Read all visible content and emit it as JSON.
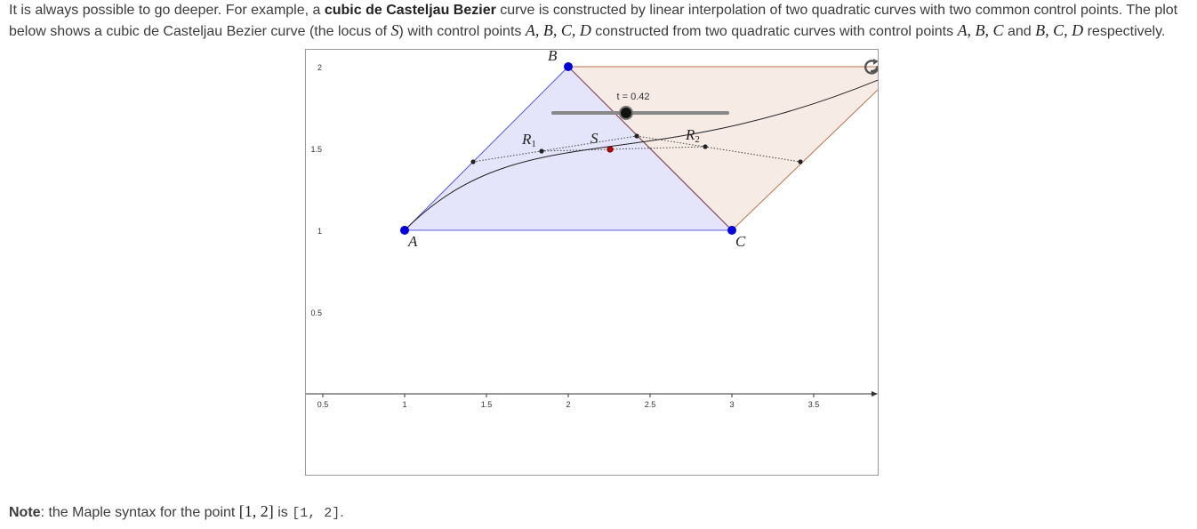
{
  "intro": {
    "part1": "It is always possible to go deeper. For example, a ",
    "bold": "cubic de Casteljau Bezier",
    "part2": " curve is constructed by linear interpolation of two quadratic curves with two common control points. The plot below shows a cubic de Casteljau Bezier curve (the locus of ",
    "locus_symbol": "S",
    "part3": ") with control points ",
    "points_abcd": "A, B, C, D",
    "part4": " constructed from two quadratic curves with control points ",
    "points_abc": "A, B, C",
    "and_word": " and ",
    "points_bcd": "B, C, D",
    "part5": " respectively."
  },
  "plot": {
    "slider_label": "t = 0.42",
    "slider_value": 0.42,
    "x_ticks": [
      "0.5",
      "1",
      "1.5",
      "2",
      "2.5",
      "3",
      "3.5"
    ],
    "y_ticks": [
      "2",
      "1.5",
      "1",
      "0.5"
    ],
    "labels": {
      "A": "A",
      "B": "B",
      "C": "C",
      "R1_base": "R",
      "R1_sub": "1",
      "R2_base": "R",
      "R2_sub": "2",
      "S": "S"
    },
    "colors": {
      "triangle1_fill": "#e4e4fa",
      "triangle1_stroke": "#5a5ae0",
      "triangle2_fill": "#f6ebe5",
      "triangle2_stroke": "#b87348",
      "control_point": "#0000dd",
      "curve_point": "#cc0000"
    }
  },
  "note": {
    "label": "Note",
    "text": ": the Maple syntax for the point ",
    "math": "[1, 2]",
    "is_word": " is ",
    "code": "[1, 2]",
    "end": "."
  }
}
